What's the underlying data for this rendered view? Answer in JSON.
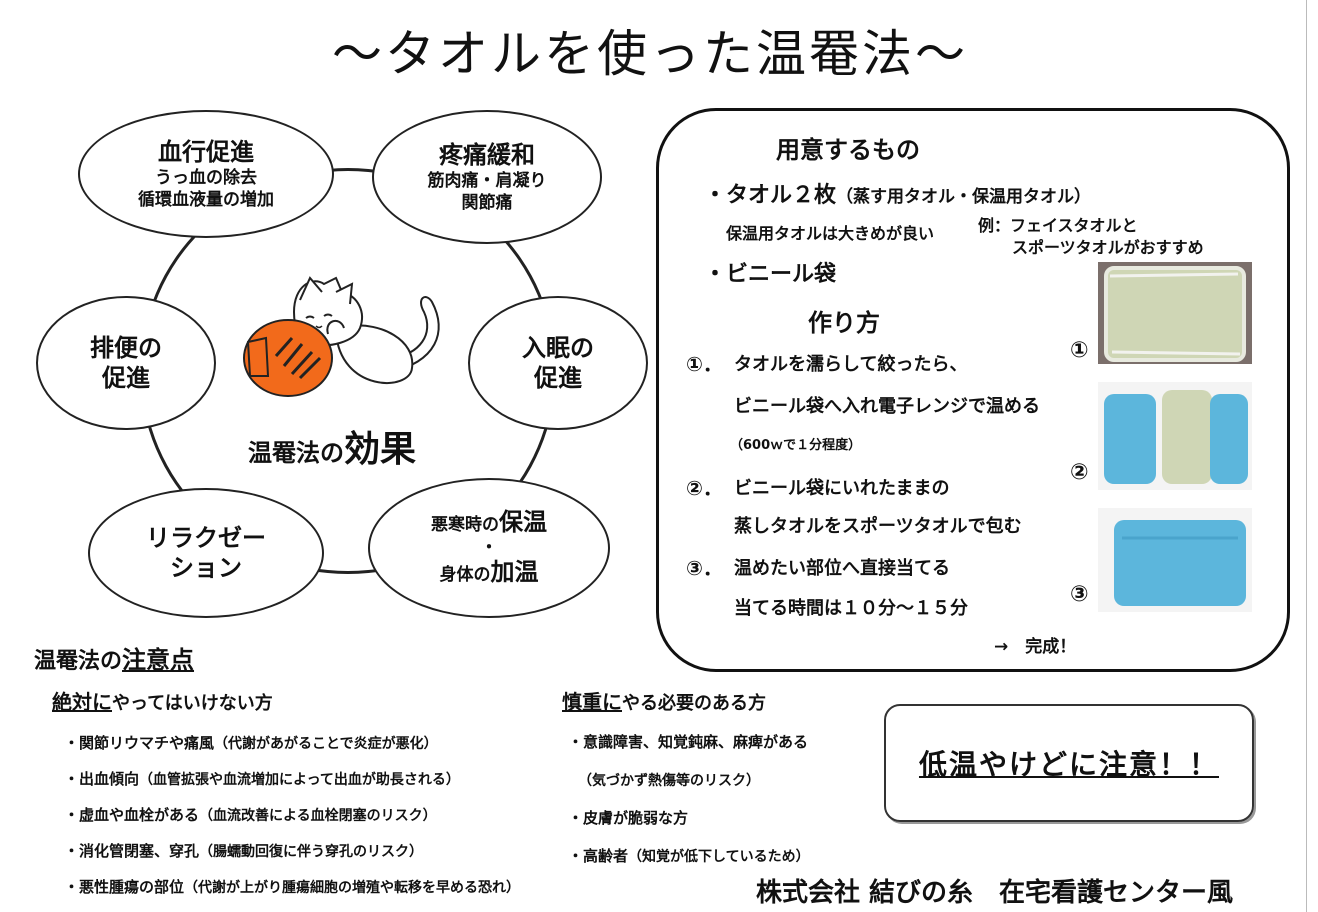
{
  "title": "〜タオルを使った温罨法〜",
  "effects": {
    "center_prefix": "温罨法の",
    "center_emphasis": "効果",
    "blood": {
      "title": "血行促進",
      "line1": "うっ血の除去",
      "line2": "循環血液量の増加"
    },
    "pain": {
      "title": "疼痛緩和",
      "line1": "筋肉痛・肩凝り",
      "line2": "関節痛"
    },
    "excretion": {
      "line1": "排便の",
      "line2": "促進"
    },
    "sleep": {
      "line1": "入眠の",
      "line2": "促進"
    },
    "relax": {
      "line1": "リラクゼー",
      "line2": "ション"
    },
    "warm": {
      "pre1": "悪寒時の",
      "em1": "保温",
      "dot": "・",
      "pre2": "身体の",
      "em2": "加温"
    }
  },
  "prep": {
    "heading": "用意するもの",
    "towel": "・タオル２枚",
    "towel_note": "（蒸す用タオル・保温用タオル）",
    "towel_tip": "保温用タオルは大きめが良い",
    "example1": "例：フェイスタオルと",
    "example2": "スポーツタオルがおすすめ",
    "bag": "・ビニール袋",
    "howto_heading": "作り方",
    "step1_num": "①．",
    "step1_a": "タオルを濡らして絞ったら、",
    "step1_b": "ビニール袋へ入れ電子レンジで温める",
    "step1_note": "（600ｗで１分程度）",
    "step2_num": "②．",
    "step2_a": "ビニール袋にいれたままの",
    "step2_b": "蒸しタオルをスポーツタオルで包む",
    "step3_num": "③．",
    "step3_a": "温めたい部位へ直接当てる",
    "step3_b": "当てる時間は１０分〜１５分",
    "done": "→　完成！",
    "photo_labels": [
      "①",
      "②",
      "③"
    ]
  },
  "caution": {
    "heading_pre": "温罨法の",
    "heading_em": "注意点",
    "never_em": "絶対に",
    "never_rest": "やってはいけない方",
    "never_items": [
      {
        "main": "・関節リウマチや痛風",
        "note": "（代謝があがることで炎症が悪化）"
      },
      {
        "main": "・出血傾向",
        "note": "（血管拡張や血流増加によって出血が助長される）"
      },
      {
        "main": "・虚血や血栓がある",
        "note": "（血流改善による血栓閉塞のリスク）"
      },
      {
        "main": "・消化管閉塞、穿孔",
        "note": "（腸蠕動回復に伴う穿孔のリスク）"
      },
      {
        "main": "・悪性腫瘍の部位",
        "note": "（代謝が上がり腫瘍細胞の増殖や転移を早める恐れ）"
      }
    ],
    "careful_em": "慎重に",
    "careful_rest": "やる必要のある方",
    "careful_items": [
      {
        "main": "・意識障害、知覚鈍麻、麻痺がある",
        "note": ""
      },
      {
        "main": "",
        "note": "（気づかず熱傷等のリスク）"
      },
      {
        "main": "・皮膚が脆弱な方",
        "note": ""
      },
      {
        "main": "・高齢者",
        "note": "（知覚が低下しているため）"
      }
    ],
    "warning": "低温やけどに注意！！"
  },
  "footer": "株式会社 結びの糸　在宅看護センター風",
  "colors": {
    "hotpack": "#f26a1b",
    "towel_blue": "#5cb6dc",
    "towel_green": "#cfd6b5"
  }
}
